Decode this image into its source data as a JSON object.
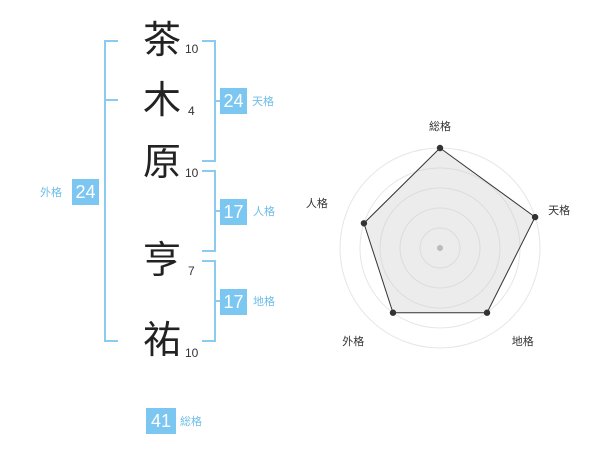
{
  "characters": [
    {
      "char": "茶",
      "strokes": "10"
    },
    {
      "char": "木",
      "strokes": "4"
    },
    {
      "char": "原",
      "strokes": "10"
    },
    {
      "char": "亨",
      "strokes": "7"
    },
    {
      "char": "祐",
      "strokes": "10"
    }
  ],
  "fortunes": {
    "tenkaku": {
      "label": "天格",
      "value": "24"
    },
    "jinkaku": {
      "label": "人格",
      "value": "17"
    },
    "chikaku": {
      "label": "地格",
      "value": "17"
    },
    "gaikaku": {
      "label": "外格",
      "value": "24"
    },
    "soukaku": {
      "label": "総格",
      "value": "41"
    }
  },
  "colors": {
    "accent": "#7cc6f2",
    "bracket": "#8ccbf0"
  },
  "chart_data": {
    "type": "radar",
    "axes": [
      "総格",
      "天格",
      "地格",
      "外格",
      "人格"
    ],
    "values": [
      5,
      5,
      4,
      4,
      4
    ],
    "max": 5
  }
}
